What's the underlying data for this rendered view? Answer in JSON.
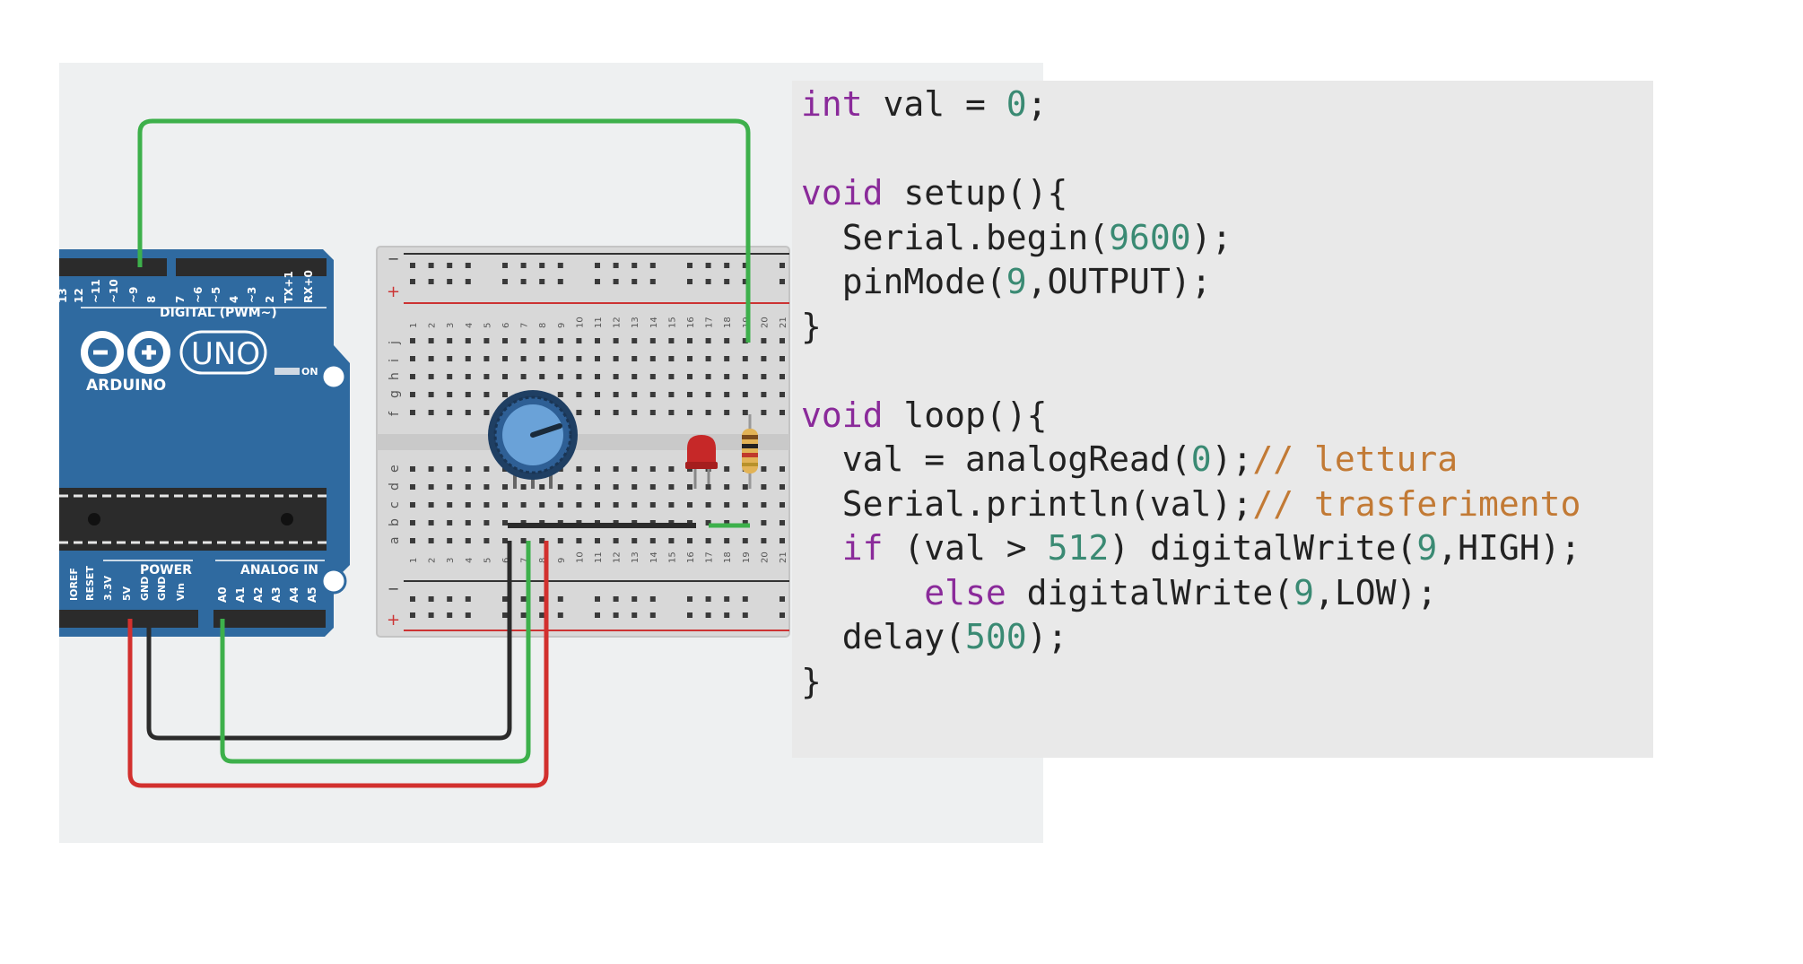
{
  "board": {
    "brand": "ARDUINO",
    "model": "UNO",
    "on_label": "ON",
    "digital_header_label": "DIGITAL (PWM~)",
    "digital_pins": [
      "13",
      "12",
      "~11",
      "~10",
      "~9",
      "8",
      "7",
      "~6",
      "~5",
      "4",
      "~3",
      "2",
      "TX+1",
      "RX+0"
    ],
    "power_label": "POWER",
    "analog_label": "ANALOG IN",
    "power_pins": [
      "IOREF",
      "RESET",
      "3.3V",
      "5V",
      "GND",
      "GND",
      "Vin"
    ],
    "analog_pins": [
      "A0",
      "A1",
      "A2",
      "A3",
      "A4",
      "A5"
    ]
  },
  "breadboard": {
    "rail_minus": "−",
    "rail_plus": "+",
    "row_letters_top": [
      "j",
      "i",
      "h",
      "g",
      "f"
    ],
    "row_letters_bottom": [
      "e",
      "d",
      "c",
      "b",
      "a"
    ],
    "column_numbers": [
      "1",
      "2",
      "3",
      "4",
      "5",
      "6",
      "7",
      "8",
      "9",
      "10",
      "11",
      "12",
      "13",
      "14",
      "15",
      "16",
      "17",
      "18",
      "19",
      "20",
      "21"
    ]
  },
  "colors": {
    "board_blue": "#2f6aa0",
    "wire_green": "#3db04b",
    "wire_red": "#d2302e",
    "wire_black": "#2b2b2b",
    "keyword": "#8a2a9a",
    "number": "#3a8a73",
    "comment": "#c27a35",
    "code_background": "#e9e9e9"
  },
  "code": {
    "lines": [
      [
        {
          "t": "int",
          "k": "kw"
        },
        {
          "t": " val = ",
          "k": "plain"
        },
        {
          "t": "0",
          "k": "num"
        },
        {
          "t": ";",
          "k": "plain"
        }
      ],
      [],
      [
        {
          "t": "void",
          "k": "kw"
        },
        {
          "t": " setup(){",
          "k": "plain"
        }
      ],
      [
        {
          "t": "  Serial.begin(",
          "k": "plain"
        },
        {
          "t": "9600",
          "k": "num"
        },
        {
          "t": ");",
          "k": "plain"
        }
      ],
      [
        {
          "t": "  pinMode(",
          "k": "plain"
        },
        {
          "t": "9",
          "k": "num"
        },
        {
          "t": ",OUTPUT);",
          "k": "plain"
        }
      ],
      [
        {
          "t": "}",
          "k": "plain"
        }
      ],
      [],
      [
        {
          "t": "void",
          "k": "kw"
        },
        {
          "t": " loop(){",
          "k": "plain"
        }
      ],
      [
        {
          "t": "  val = analogRead(",
          "k": "plain"
        },
        {
          "t": "0",
          "k": "num"
        },
        {
          "t": ");",
          "k": "plain"
        },
        {
          "t": "// lettura",
          "k": "com"
        }
      ],
      [
        {
          "t": "  Serial.println(val);",
          "k": "plain"
        },
        {
          "t": "// trasferimento",
          "k": "com"
        }
      ],
      [
        {
          "t": "  ",
          "k": "plain"
        },
        {
          "t": "if",
          "k": "kw"
        },
        {
          "t": " (val > ",
          "k": "plain"
        },
        {
          "t": "512",
          "k": "num"
        },
        {
          "t": ") digitalWrite(",
          "k": "plain"
        },
        {
          "t": "9",
          "k": "num"
        },
        {
          "t": ",HIGH);",
          "k": "plain"
        }
      ],
      [
        {
          "t": "      ",
          "k": "plain"
        },
        {
          "t": "else",
          "k": "kw"
        },
        {
          "t": " digitalWrite(",
          "k": "plain"
        },
        {
          "t": "9",
          "k": "num"
        },
        {
          "t": ",LOW);",
          "k": "plain"
        }
      ],
      [
        {
          "t": "  delay(",
          "k": "plain"
        },
        {
          "t": "500",
          "k": "num"
        },
        {
          "t": ");",
          "k": "plain"
        }
      ],
      [
        {
          "t": "}",
          "k": "plain"
        }
      ]
    ]
  }
}
